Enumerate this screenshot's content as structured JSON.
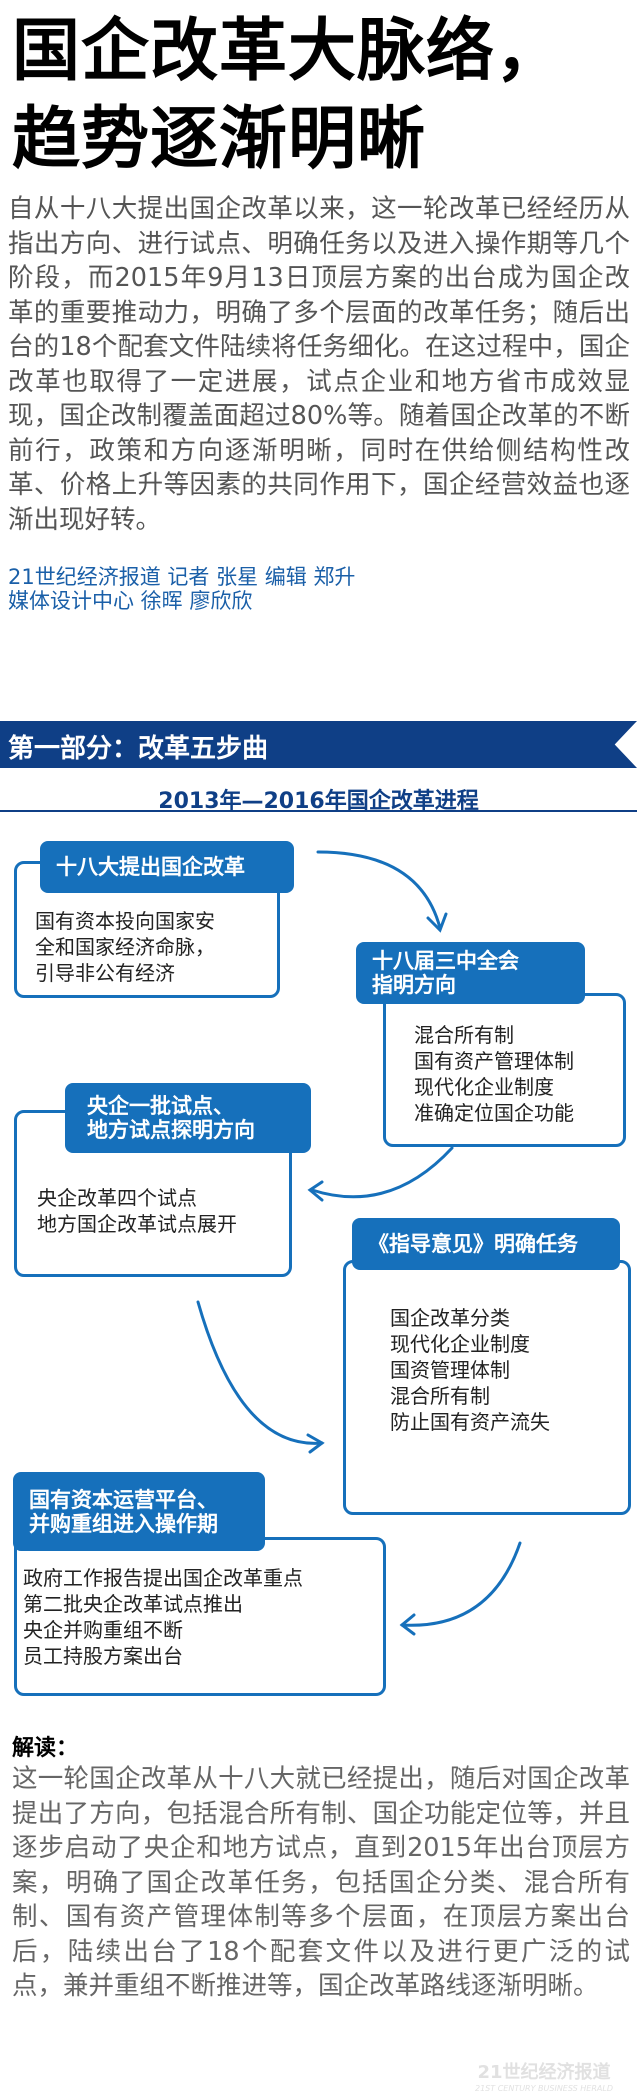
{
  "title": {
    "line1": "国企改革大脉络，",
    "line2": "趋势逐渐明晰"
  },
  "intro": "自从十八大提出国企改革以来，这一轮改革已经经历从指出方向、进行试点、明确任务以及进入操作期等几个阶段，而2015年9月13日顶层方案的出台成为国企改革的重要推动力，明确了多个层面的改革任务；随后出台的18个配套文件陆续将任务细化。在这过程中，国企改革也取得了一定进展，试点企业和地方省市成效显现，国企改制覆盖面超过80%等。随着国企改革的不断前行，政策和方向逐渐明晰，同时在供给侧结构性改革、价格上升等因素的共同作用下，国企经营效益也逐渐出现好转。",
  "byline": {
    "line1": "21世纪经济报道 记者 张星  编辑 郑升",
    "line2": "媒体设计中心 徐晖 廖欣欣"
  },
  "section": {
    "banner": "第一部分：改革五步曲",
    "subtitle": "2013年—2016年国企改革进程"
  },
  "steps": [
    {
      "header": [
        "十八大提出国企改革"
      ],
      "items": [
        "国有资本投向国家安",
        "全和国家经济命脉，",
        "引导非公有经济"
      ]
    },
    {
      "header": [
        "十八届三中全会",
        "指明方向"
      ],
      "items": [
        "混合所有制",
        "国有资产管理体制",
        "现代化企业制度",
        "准确定位国企功能"
      ]
    },
    {
      "header": [
        "央企一批试点、",
        "地方试点探明方向"
      ],
      "items": [
        "央企改革四个试点",
        "地方国企改革试点展开"
      ]
    },
    {
      "header": [
        "《指导意见》明确任务"
      ],
      "items": [
        "国企改革分类",
        "现代化企业制度",
        "国资管理体制",
        "混合所有制",
        "防止国有资产流失"
      ]
    },
    {
      "header": [
        "国有资本运营平台、",
        "并购重组进入操作期"
      ],
      "items": [
        "政府工作报告提出国企改革重点",
        "第二批央企改革试点推出",
        "央企并购重组不断",
        "员工持股方案出台"
      ]
    }
  ],
  "analysis": {
    "title": "解读：",
    "body": "这一轮国企改革从十八大就已经提出，随后对国企改革提出了方向，包括混合所有制、国企功能定位等，并且逐步启动了央企和地方试点，直到2015年出台顶层方案，明确了国企改革任务，包括国企分类、混合所有制、国有资产管理体制等多个层面，在顶层方案出台后，陆续出台了18个配套文件以及进行更广泛的试点，兼并重组不断推进等，国企改革路线逐渐明晰。"
  },
  "watermark": {
    "cn": "21世纪经济报道",
    "en": "21ST CENTURY BUSINESS HERALD"
  },
  "colors": {
    "navy": "#0f3f86",
    "blue": "#1670bb",
    "byline": "#1a5fa8"
  }
}
